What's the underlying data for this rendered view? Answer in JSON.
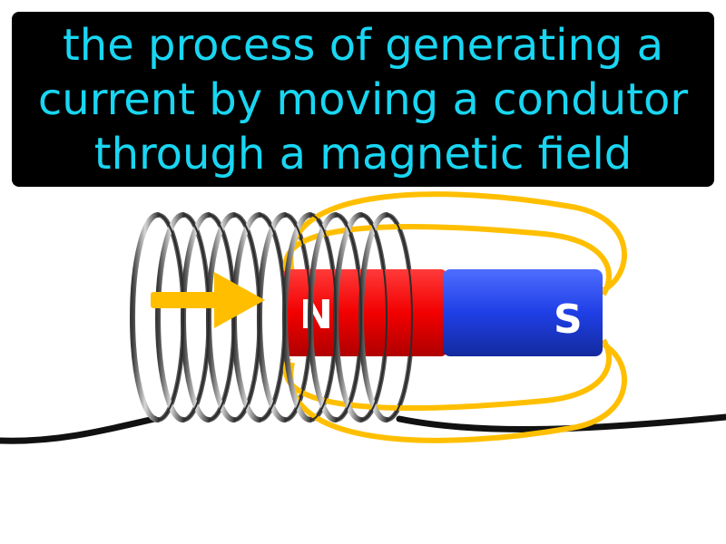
{
  "caption": {
    "lines": [
      "the process of generating a",
      "current by moving a condutor",
      "through a magnetic field"
    ],
    "text_color": "#19d6f2",
    "background_color": "#000000"
  },
  "magnet": {
    "north_label": "N",
    "south_label": "S",
    "north_color": "#f20000",
    "south_color": "#1f3fe6"
  },
  "field_line_color": "#ffbf00",
  "arrow_color": "#ffbf00",
  "coil_color": "#9a9a9a",
  "wire_color": "#111111",
  "icons": [
    "coil",
    "bar-magnet",
    "magnetic-field-lines",
    "motion-arrow",
    "wire"
  ]
}
